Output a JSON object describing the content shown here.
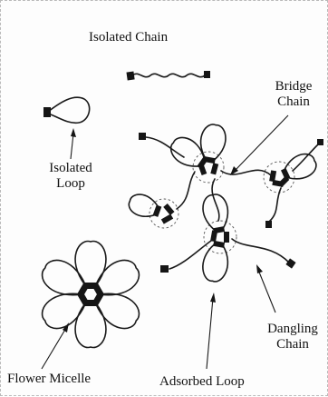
{
  "labels": {
    "isolated_chain": "Isolated Chain",
    "bridge_chain_line1": "Bridge",
    "bridge_chain_line2": "Chain",
    "isolated_loop_line1": "Isolated",
    "isolated_loop_line2": "Loop",
    "dangling_chain_line1": "Dangling",
    "dangling_chain_line2": "Chain",
    "flower_micelle": "Flower Micelle",
    "adsorbed_loop": "Adsorbed Loop"
  },
  "colors": {
    "ink": "#1a1a1a",
    "background": "#fdfdfd"
  }
}
